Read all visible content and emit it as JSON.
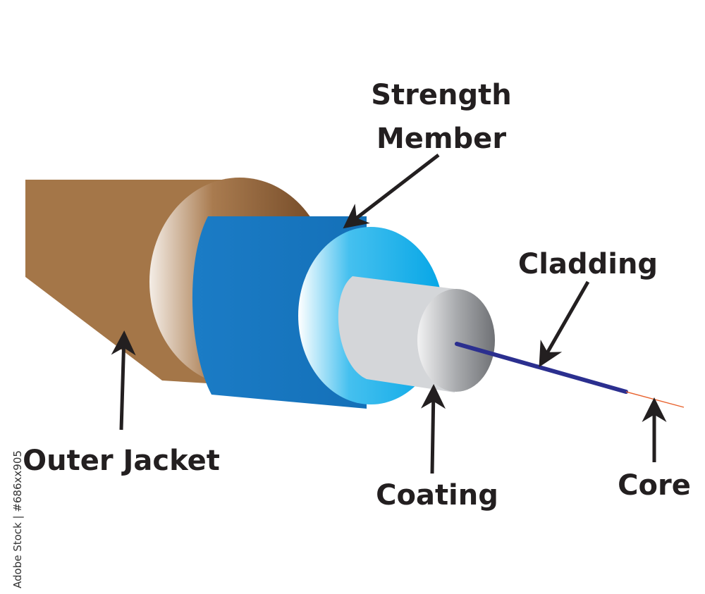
{
  "diagram": {
    "labels": {
      "strength_member_line1": "Strength",
      "strength_member_line2": "Member",
      "cladding": "Cladding",
      "outer_jacket": "Outer Jacket",
      "coating": "Coating",
      "core": "Core"
    },
    "credit": "Adobe Stock | #686xx905",
    "colors": {
      "outer_jacket": "#a47648",
      "strength_member": "#1a79c2",
      "coating": "#d4d6d9",
      "cladding_fiber": "#2b2f8f",
      "core_fiber": "#e8612c",
      "text": "#231f20"
    }
  }
}
